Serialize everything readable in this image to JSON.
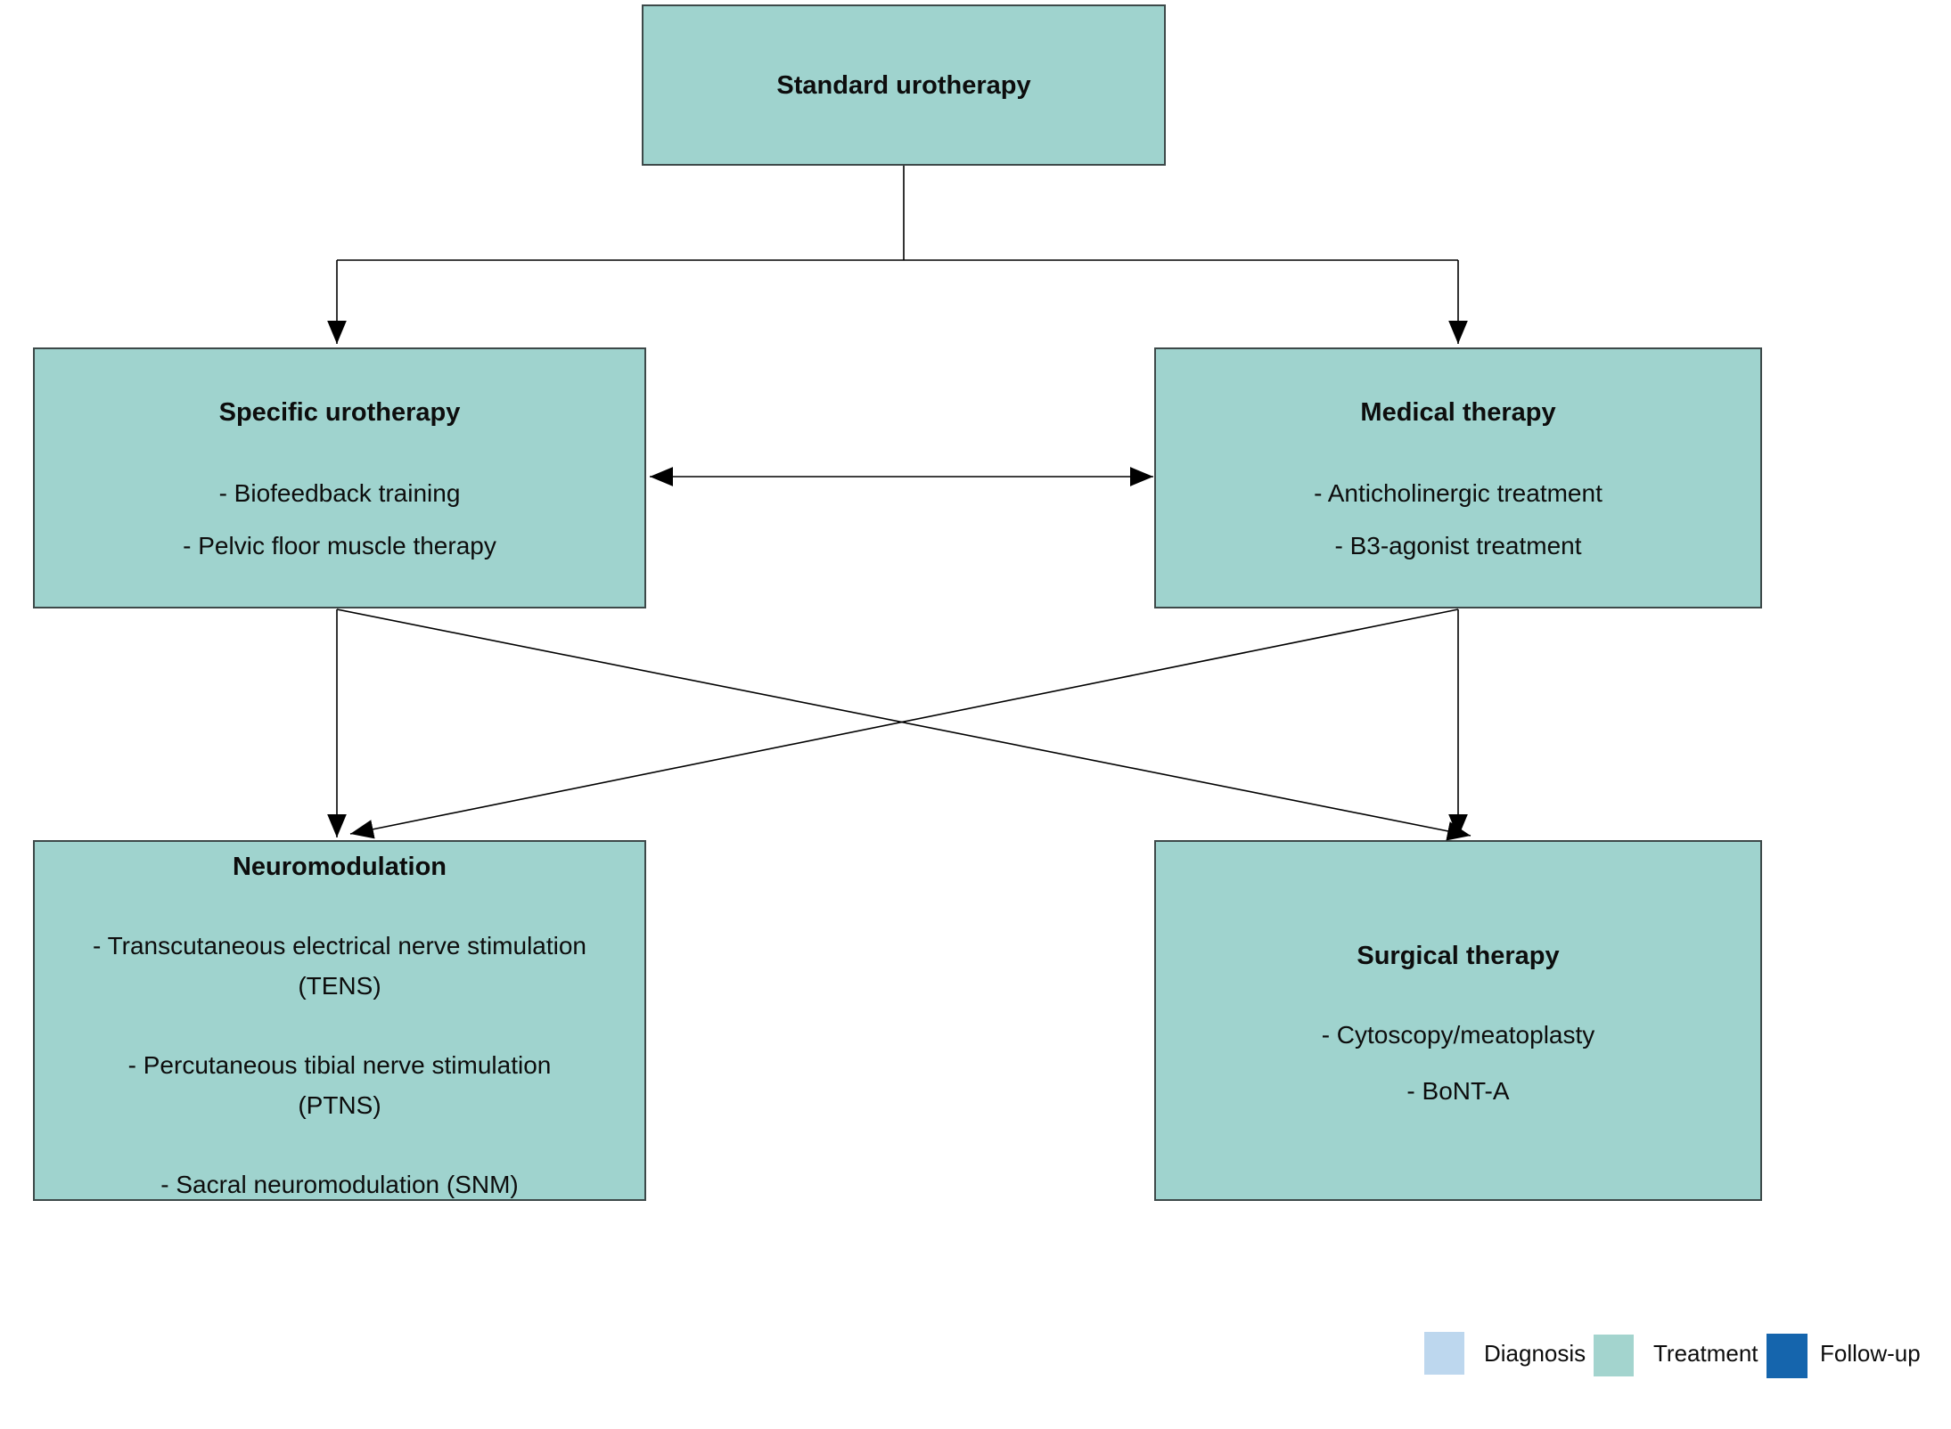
{
  "diagram": {
    "nodes": {
      "standard": {
        "title": "Standard urotherapy",
        "category": "Treatment"
      },
      "specific": {
        "title": "Specific urotherapy",
        "items": [
          "- Biofeedback training",
          "- Pelvic floor muscle therapy"
        ],
        "category": "Treatment"
      },
      "medical": {
        "title": "Medical therapy",
        "items": [
          "- Anticholinergic treatment",
          "- B3-agonist treatment"
        ],
        "category": "Treatment"
      },
      "neuromodulation": {
        "title": "Neuromodulation",
        "items": [
          "- Transcutaneous electrical nerve stimulation (TENS)",
          "- Percutaneous tibial nerve stimulation (PTNS)",
          "- Sacral neuromodulation (SNM)"
        ],
        "category": "Treatment"
      },
      "surgical": {
        "title": "Surgical therapy",
        "items": [
          "- Cytoscopy/meatoplasty",
          "- BoNT-A"
        ],
        "category": "Treatment"
      }
    },
    "edges": [
      {
        "from": "Standard urotherapy",
        "to": "Specific urotherapy",
        "type": "arrow"
      },
      {
        "from": "Standard urotherapy",
        "to": "Medical therapy",
        "type": "arrow"
      },
      {
        "from": "Specific urotherapy",
        "to": "Medical therapy",
        "type": "double-arrow"
      },
      {
        "from": "Specific urotherapy",
        "to": "Neuromodulation",
        "type": "arrow"
      },
      {
        "from": "Specific urotherapy",
        "to": "Surgical therapy",
        "type": "arrow"
      },
      {
        "from": "Medical therapy",
        "to": "Surgical therapy",
        "type": "arrow"
      },
      {
        "from": "Medical therapy",
        "to": "Neuromodulation",
        "type": "arrow"
      }
    ]
  },
  "legend": {
    "items": [
      {
        "label": "Diagnosis",
        "color": "#bdd7ee"
      },
      {
        "label": "Treatment",
        "color": "#a3d4ce"
      },
      {
        "label": "Follow-up",
        "color": "#1565ad"
      }
    ]
  },
  "colors": {
    "treatment_fill": "#9fd3ce",
    "diagnosis_fill": "#bdd7ee",
    "followup_fill": "#1565ad",
    "box_border": "#3d4949",
    "connector": "#000000"
  }
}
